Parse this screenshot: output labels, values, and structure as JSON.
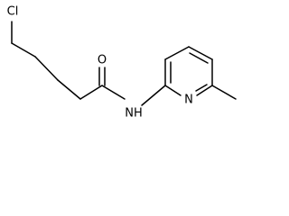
{
  "molecule": {
    "atoms": {
      "cl": "Cl",
      "o": "O",
      "nh": "NH",
      "n_ring": "N"
    }
  }
}
